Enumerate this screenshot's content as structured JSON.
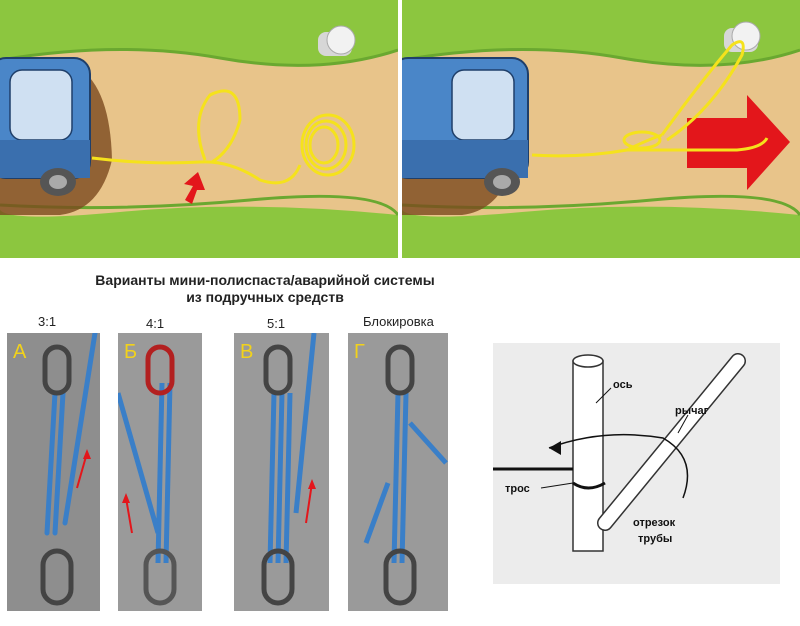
{
  "heading": {
    "line1": "Варианты мини-полиспаста/аварийной системы",
    "line2": "из подручных средств"
  },
  "photos": [
    {
      "ratio": "3:1",
      "letter": "А"
    },
    {
      "ratio": "4:1",
      "letter": "Б"
    },
    {
      "ratio": "5:1",
      "letter": "В"
    },
    {
      "ratio": "Блокировка",
      "letter": "Г"
    }
  ],
  "diagram": {
    "axis_label": "ось",
    "lever_label": "рычаг",
    "cable_label": "трос",
    "pipe_label_1": "отрезок",
    "pipe_label_2": "трубы"
  },
  "colors": {
    "grass": "#8cc63f",
    "dirt": "#e8c48a",
    "car": "#4a86c8",
    "rope": "#f5e21c",
    "arrow": "#e3161b"
  }
}
